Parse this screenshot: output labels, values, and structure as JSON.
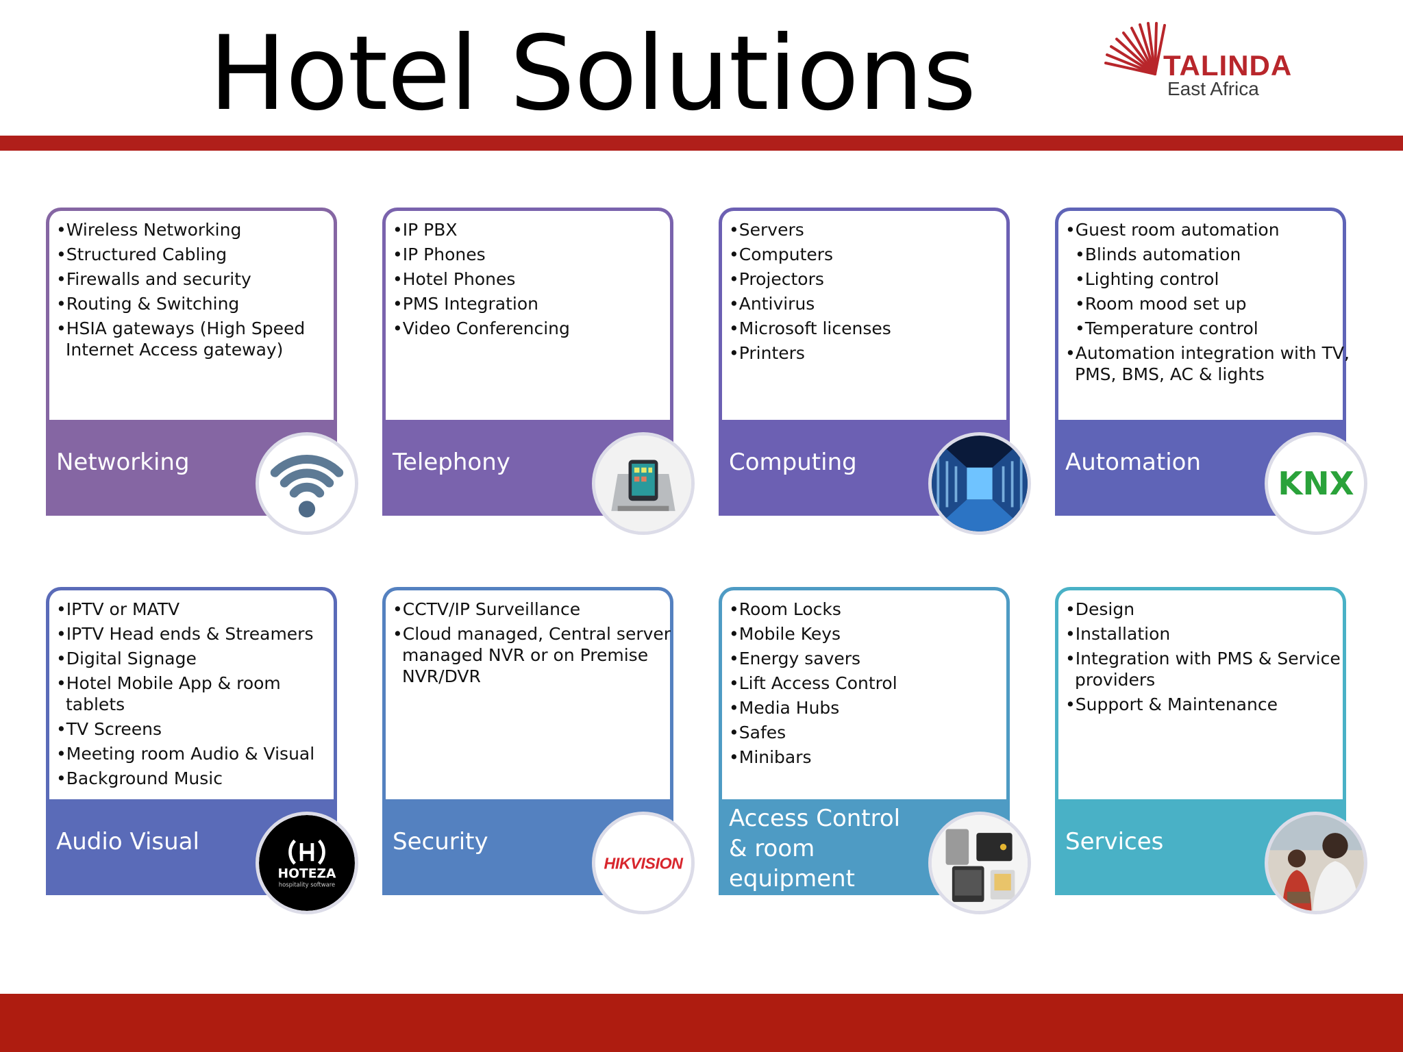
{
  "header": {
    "title": "Hotel Solutions",
    "logo": {
      "brand": "TALINDA",
      "region": "East Africa",
      "icon": "sunburst-logo-icon"
    }
  },
  "colors": {
    "red_bar": "#b01f1a",
    "row1": [
      "#8566a3",
      "#7a63ad",
      "#6c60b3",
      "#5f64b7"
    ],
    "row2": [
      "#5a6bb8",
      "#5481c0",
      "#4e9bc4",
      "#49b1c6"
    ]
  },
  "cards": [
    {
      "title": "Networking",
      "icon": "wifi-icon",
      "items": [
        "Wireless Networking",
        "Structured Cabling",
        "Firewalls and security",
        "Routing & Switching",
        "HSIA gateways (High Speed Internet Access gateway)"
      ]
    },
    {
      "title": "Telephony",
      "icon": "conference-phone-icon",
      "items": [
        "IP PBX",
        "IP Phones",
        "Hotel Phones",
        "PMS Integration",
        "Video Conferencing"
      ]
    },
    {
      "title": "Computing",
      "icon": "server-room-icon",
      "items": [
        "Servers",
        "Computers",
        "Projectors",
        "Antivirus",
        "Microsoft licenses",
        "Printers"
      ]
    },
    {
      "title": "Automation",
      "icon": "knx-logo-icon",
      "logo_text": "KNX",
      "items": [
        "Guest room automation",
        "Blinds automation",
        "Lighting control",
        "Room mood set up",
        "Temperature control",
        "Automation integration with TV, PMS, BMS, AC & lights"
      ]
    },
    {
      "title": "Audio Visual",
      "icon": "hoteza-logo-icon",
      "logo_text": "HOTEZA",
      "logo_sub": "hospitality software",
      "items": [
        "IPTV or MATV",
        "IPTV Head ends & Streamers",
        "Digital Signage",
        "Hotel Mobile App  & room tablets",
        "TV Screens",
        "Meeting room Audio & Visual",
        "Background Music"
      ]
    },
    {
      "title": "Security",
      "icon": "hikvision-logo-icon",
      "logo_text": "HIKVISION",
      "items": [
        "CCTV/IP Surveillance",
        "Cloud managed, Central server managed NVR or on Premise NVR/DVR"
      ]
    },
    {
      "title": "Access Control & room equipment",
      "icon": "safe-minibar-icon",
      "items": [
        "Room Locks",
        "Mobile Keys",
        "Energy savers",
        "Lift Access Control",
        "Media Hubs",
        "Safes",
        "Minibars"
      ]
    },
    {
      "title": "Services",
      "icon": "people-photo-icon",
      "items": [
        "Design",
        "Installation",
        "Integration with PMS & Service providers",
        "Support & Maintenance"
      ]
    }
  ]
}
